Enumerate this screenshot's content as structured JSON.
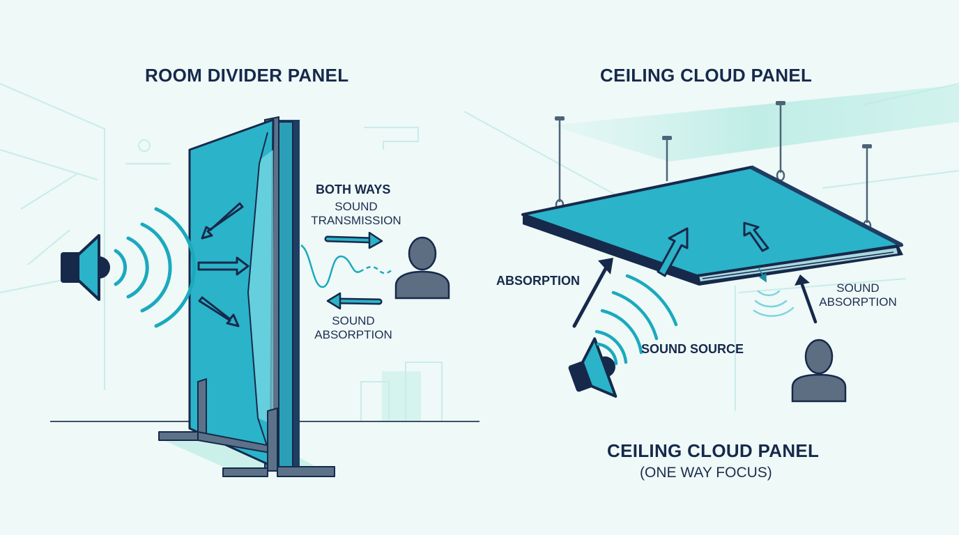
{
  "room_divider": {
    "title": "ROOM DIVIDER PANEL",
    "both_ways": "BOTH WAYS",
    "transmission_line1": "SOUND",
    "transmission_line2": "TRANSMISSION",
    "absorption_line1": "SOUND",
    "absorption_line2": "ABSORPTION"
  },
  "ceiling_cloud": {
    "title": "CEILING CLOUD PANEL",
    "absorption": "ABSORPTION",
    "sound_source": "SOUND SOURCE",
    "absorption_line1": "SOUND",
    "absorption_line2": "ABSORPTION",
    "bottom_title": "CEILING CLOUD PANEL",
    "bottom_subtitle": "(ONE WAY FOCUS)"
  },
  "colors": {
    "background": "#eef9f8",
    "panel_teal": "#27b3c9",
    "panel_dark": "#17294a",
    "frame_gray": "#4d6378",
    "wave_teal": "#1ba9bd",
    "person_gray": "#5d6d82"
  },
  "icons": {
    "left_speaker": "speaker-icon",
    "right_speaker": "speaker-icon",
    "left_person": "person-icon",
    "right_person": "person-icon"
  }
}
